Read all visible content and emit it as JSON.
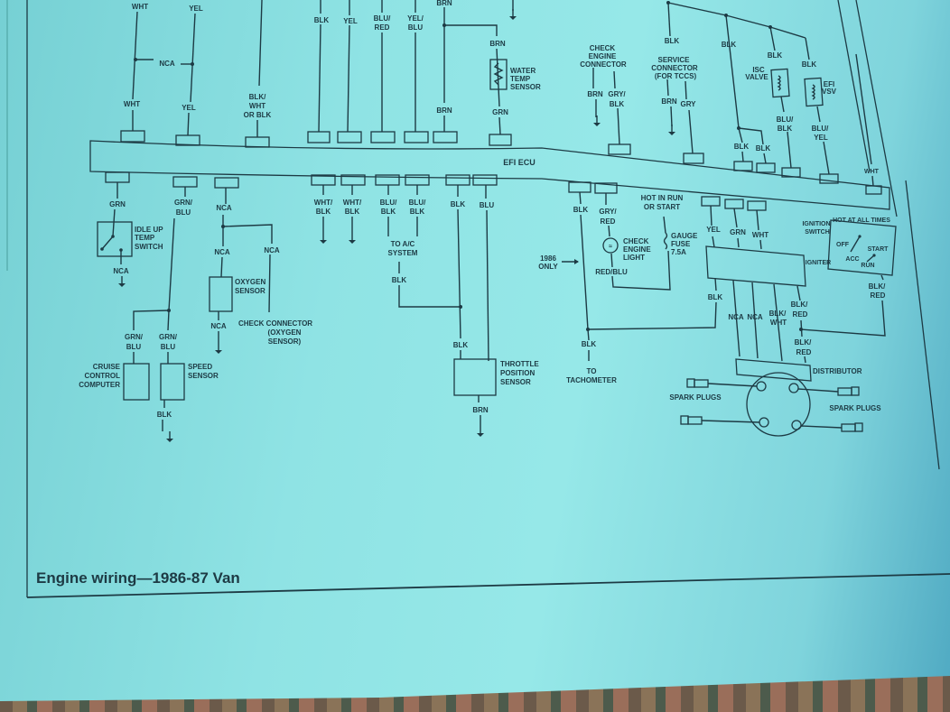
{
  "caption": "Engine wiring—1986-87 Van",
  "ecu_label": "EFI ECU",
  "top": {
    "wht_a": "WHT",
    "nca_a": "NCA",
    "yel_a": "YEL",
    "wht_b": "WHT",
    "yel_b": "YEL",
    "blkwht_1": "BLK/",
    "blkwht_2": "WHT",
    "blkwht_3": "OR BLK",
    "blk_1": "BLK",
    "yel_c": "YEL",
    "blured_1": "BLU/",
    "blured_2": "RED",
    "yelblu_1": "YEL/",
    "yelblu_2": "BLU",
    "brn_a": "BRN",
    "brn_b": "BRN",
    "brn_c": "BRN",
    "grn_a": "GRN",
    "water_1": "WATER",
    "water_2": "TEMP",
    "water_3": "SENSOR",
    "cec_1": "CHECK",
    "cec_2": "ENGINE",
    "cec_3": "CONNECTOR",
    "cec_brn": "BRN",
    "cec_gry_1": "GRY/",
    "cec_gry_2": "BLK",
    "svc_1": "SERVICE",
    "svc_2": "CONNECTOR",
    "svc_3": "(FOR TCCS)",
    "svc_brn": "BRN",
    "svc_gry": "GRY",
    "blk_2": "BLK",
    "blk_3": "BLK",
    "blk_4": "BLK",
    "blk_5": "BLK",
    "isc_1": "ISC",
    "isc_2": "VALVE",
    "vsv_1": "EFI",
    "vsv_2": "VSV",
    "blublk_1": "BLU/",
    "blublk_2": "BLK",
    "bluyel_1": "BLU/",
    "bluyel_2": "YEL",
    "blk_6": "BLK",
    "blk_7": "BLK",
    "wht_c": "WHT"
  },
  "bottom": {
    "grn": "GRN",
    "idle_1": "IDLE UP",
    "idle_2": "TEMP",
    "idle_3": "SWITCH",
    "nca_1": "NCA",
    "grnblu_1": "GRN/",
    "grnblu_2": "BLU",
    "nca_2": "NCA",
    "nca_3": "NCA",
    "nca_4": "NCA",
    "oxy_1": "OXYGEN",
    "oxy_2": "SENSOR",
    "nca_5": "NCA",
    "chk_1": "CHECK CONNECTOR",
    "chk_2": "(OXYGEN",
    "chk_3": "SENSOR)",
    "gb_a1": "GRN/",
    "gb_a2": "BLU",
    "gb_b1": "GRN/",
    "gb_b2": "BLU",
    "cruise_1": "CRUISE",
    "cruise_2": "CONTROL",
    "cruise_3": "COMPUTER",
    "speed_1": "SPEED",
    "speed_2": "SENSOR",
    "blk_a": "BLK",
    "wb1_1": "WHT/",
    "wb1_2": "BLK",
    "wb2_1": "WHT/",
    "wb2_2": "BLK",
    "bb1_1": "BLU/",
    "bb1_2": "BLK",
    "bb2_1": "BLU/",
    "bb2_2": "BLK",
    "ac_1": "TO A/C",
    "ac_2": "SYSTEM",
    "blk_b": "BLK",
    "blk_c": "BLK",
    "blu": "BLU",
    "blk_d": "BLK",
    "tps_1": "THROTTLE",
    "tps_2": "POSITION",
    "tps_3": "SENSOR",
    "brn": "BRN",
    "blk_e": "BLK",
    "gr_1": "GRY/",
    "gr_2": "RED",
    "hot_1": "HOT IN RUN",
    "hot_2": "OR START",
    "cel_1": "CHECK",
    "cel_2": "ENGINE",
    "cel_3": "LIGHT",
    "fuse_1": "GAUGE",
    "fuse_2": "FUSE",
    "fuse_3": "7.5A",
    "redblu": "RED/BLU",
    "only_1": "1986",
    "only_2": "ONLY",
    "blk_f": "BLK",
    "tach_1": "TO",
    "tach_2": "TACHOMETER",
    "yel": "YEL",
    "grn2": "GRN",
    "wht": "WHT",
    "igniter": "IGNITER",
    "blk_g": "BLK",
    "nca_6": "NCA",
    "nca_7": "NCA",
    "bw_1": "BLK/",
    "bw_2": "WHT",
    "br1_1": "BLK/",
    "br1_2": "RED",
    "br2_1": "BLK/",
    "br2_2": "RED",
    "distributor": "DISTRIBUTOR",
    "plugs_l": "SPARK PLUGS",
    "plugs_r": "SPARK PLUGS",
    "ign_1": "IGNITION",
    "ign_2": "SWITCH",
    "hot_all": "HOT AT ALL TIMES",
    "off": "OFF",
    "start": "START",
    "acc": "ACC",
    "run": "RUN",
    "br3_1": "BLK/",
    "br3_2": "RED"
  }
}
